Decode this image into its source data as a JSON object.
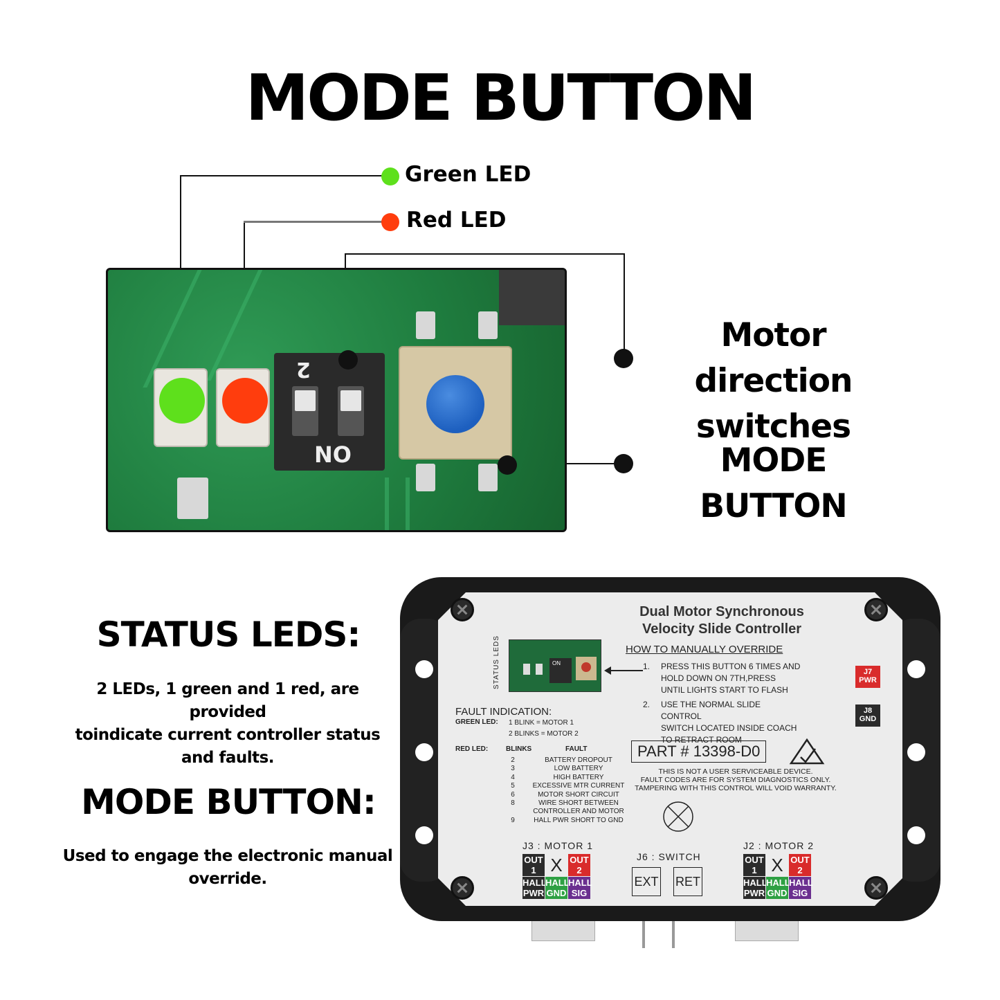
{
  "title": "MODE BUTTON",
  "callouts": {
    "green_led": "Green LED",
    "red_led": "Red LED",
    "motor_direction": [
      "Motor direction",
      "switches"
    ],
    "mode_button": "MODE BUTTON"
  },
  "pcb": {
    "dip_label_top": "2",
    "dip_label_bottom": "NO"
  },
  "status_leds": {
    "heading": "STATUS LEDS:",
    "body": [
      "2 LEDs, 1 green and 1 red, are provided",
      "toindicate current controller status",
      "and faults."
    ]
  },
  "mode_button_section": {
    "heading": "MODE BUTTON:",
    "body": [
      "Used to engage the electronic manual",
      "override."
    ]
  },
  "controller": {
    "title": [
      "Dual Motor Synchronous",
      "Velocity Slide Controller"
    ],
    "override_heading": "HOW TO MANUALLY OVERRIDE",
    "steps": [
      {
        "num": "1.",
        "lines": [
          "PRESS THIS BUTTON 6 TIMES AND",
          "HOLD DOWN ON 7TH,PRESS",
          "UNTIL  LIGHTS START TO FLASH"
        ]
      },
      {
        "num": "2.",
        "lines": [
          "USE THE NORMAL SLIDE CONTROL",
          "SWITCH LOCATED INSIDE COACH",
          "TO RETRACT ROOM"
        ]
      }
    ],
    "status_leds_label": "STATUS LEDS",
    "fault_heading": "FAULT  INDICATION:",
    "green_led_label": "GREEN LED:",
    "green_led_codes": [
      "1  BLINK   = MOTOR 1",
      "2  BLINKS = MOTOR 2"
    ],
    "red_led_label": "RED LED:",
    "blinks_header": "BLINKS",
    "fault_header": "FAULT",
    "red_led_codes": [
      {
        "blinks": "2",
        "fault": "BATTERY DROPOUT"
      },
      {
        "blinks": "3",
        "fault": "LOW BATTERY"
      },
      {
        "blinks": "4",
        "fault": "HIGH BATTERY"
      },
      {
        "blinks": "5",
        "fault": "EXCESSIVE MTR CURRENT"
      },
      {
        "blinks": "6",
        "fault": "MOTOR SHORT CIRCUIT"
      },
      {
        "blinks": "8",
        "fault": "WIRE SHORT BETWEEN"
      },
      {
        "blinks": "",
        "fault": "CONTROLLER AND MOTOR"
      },
      {
        "blinks": "9",
        "fault": "HALL PWR SHORT TO GND"
      }
    ],
    "part_number": "PART  # 13398-D0",
    "warning": [
      "THIS IS NOT A USER SERVICEABLE DEVICE.",
      "FAULT CODES ARE FOR SYSTEM DIAGNOSTICS ONLY.",
      "TAMPERING WITH THIS CONTROL WILL VOID WARRANTY."
    ],
    "j7_tag": [
      "J7",
      "PWR"
    ],
    "j8_tag": [
      "J8",
      "GND"
    ],
    "j3_title": "J3 : MOTOR 1",
    "j6_title": "J6 : SWITCH",
    "j2_title": "J2 : MOTOR 2",
    "conn_cells": {
      "out1": [
        "OUT",
        "1"
      ],
      "x": "X",
      "out2": [
        "OUT",
        "2"
      ],
      "hall_pwr": [
        "HALL",
        "PWR"
      ],
      "hall_gnd": [
        "HALL",
        "GND"
      ],
      "hall_sig": [
        "HALL",
        "SIG"
      ]
    },
    "switch_ext": "EXT",
    "switch_ret": "RET",
    "mini_pcb_on": "ON"
  },
  "colors": {
    "green_led": "#5ee01c",
    "red_led": "#ff3d0d",
    "mode_cap": "#1d5fbf",
    "pcb_green": "#1f7d3f",
    "cell_dark": "#2b2b2b",
    "cell_red": "#d92b2b",
    "cell_green": "#2ea043",
    "cell_purple": "#6a2f8f"
  }
}
